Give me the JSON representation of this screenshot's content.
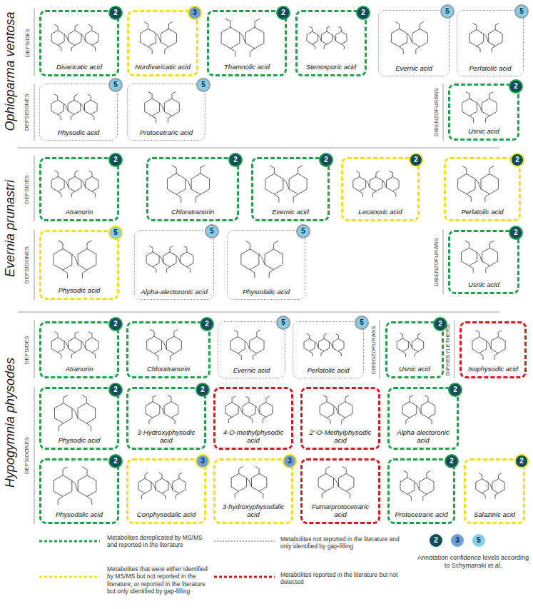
{
  "diagram": {
    "nodes": [
      {
        "text": [
          "Divaricatic acid"
        ]
      },
      {
        "text": [
          "2"
        ],
        "in": 0
      },
      {
        "text": [
          "Nordivaricatic acid"
        ]
      },
      {
        "text": [
          "3"
        ],
        "in": 2
      },
      {
        "text": [
          "Thamnolic acid"
        ]
      },
      {
        "text": [
          "2"
        ],
        "in": 4
      },
      {
        "text": [
          "Stenosporic acid"
        ]
      },
      {
        "text": [
          "2"
        ],
        "in": 6
      },
      {
        "text": [
          "Evernic acid"
        ]
      },
      {
        "text": [
          "5"
        ],
        "in": 8
      },
      {
        "text": [
          "Perlatolic acid"
        ]
      },
      {
        "text": [
          "5"
        ],
        "in": 10
      },
      {
        "text": [
          "Physodic acid"
        ]
      },
      {
        "text": [
          "5"
        ],
        "in": 12
      },
      {
        "text": [
          "Protocetraric acid"
        ]
      },
      {
        "text": [
          "5"
        ],
        "in": 14
      },
      {
        "text": [
          "Usnic acid"
        ]
      },
      {
        "text": [
          "2"
        ],
        "in": 16
      },
      {
        "text": [
          "Atranorin"
        ]
      },
      {
        "text": [
          "2"
        ],
        "in": 18
      },
      {
        "text": [
          "Chloratranorin"
        ]
      },
      {
        "text": [
          "2"
        ],
        "in": 20
      },
      {
        "text": [
          "Evernic acid"
        ]
      },
      {
        "text": [
          "2"
        ],
        "in": 22
      },
      {
        "text": [
          "Lecanoric acid"
        ]
      },
      {
        "text": [
          "2"
        ],
        "in": 24
      },
      {
        "text": [
          "Perlatolic acid"
        ]
      },
      {
        "text": [
          "2"
        ],
        "in": 26
      },
      {
        "text": [
          "Physodic acid"
        ]
      },
      {
        "text": [
          "5"
        ],
        "in": 28
      },
      {
        "text": [
          "Alpha-alectoronic acid"
        ]
      },
      {
        "text": [
          "5"
        ],
        "in": 30
      },
      {
        "text": [
          "Physodalic acid"
        ]
      },
      {
        "text": [
          "5"
        ],
        "in": 32
      },
      {
        "text": [
          "Usnic acid"
        ]
      },
      {
        "text": [
          "2"
        ],
        "in": 34
      },
      {
        "text": [
          "Atranorin"
        ]
      },
      {
        "text": [
          "2"
        ],
        "in": 36
      },
      {
        "text": [
          "Chloratranorin"
        ]
      },
      {
        "text": [
          "2"
        ],
        "in": 38
      },
      {
        "text": [
          "Evernic acid"
        ]
      },
      {
        "text": [
          "5"
        ],
        "in": 40
      },
      {
        "text": [
          "Perlatolic acid"
        ]
      },
      {
        "text": [
          "5"
        ],
        "in": 42
      },
      {
        "text": [
          "Usnic acid"
        ]
      },
      {
        "text": [
          "2"
        ],
        "in": 44
      },
      {
        "text": [
          "Isophysodic acid"
        ]
      },
      {
        "text": [
          "Physodic acid"
        ]
      },
      {
        "text": [
          "2"
        ],
        "in": 47
      },
      {
        "text": [
          "3-Hydroxyphysodic acid"
        ]
      },
      {
        "text": [
          "2"
        ],
        "in": 49
      },
      {
        "text": [
          "4-O-methylphysodic acid"
        ]
      },
      {
        "text": [
          "2'-O-Methylphysodic acid"
        ]
      },
      {
        "text": [
          "Alpha-alectoronic acid"
        ]
      },
      {
        "text": [
          "2"
        ],
        "in": 53
      },
      {
        "text": [
          "Physodalic acid"
        ]
      },
      {
        "text": [
          "2"
        ],
        "in": 55
      },
      {
        "text": [
          "Conphysodalic acid"
        ]
      },
      {
        "text": [
          "3"
        ],
        "in": 57
      },
      {
        "text": [
          "3-hydroxyphysodalic acid"
        ]
      },
      {
        "text": [
          "3"
        ],
        "in": 59
      },
      {
        "text": [
          "Fumarprotocetraric acid"
        ]
      },
      {
        "text": [
          "Protocetraric acid"
        ]
      },
      {
        "text": [
          "2"
        ],
        "in": 62
      },
      {
        "text": [
          "Salazinic acid"
        ]
      },
      {
        "text": [
          "2"
        ],
        "in": 64
      },
      {
        "text": [
          "2"
        ]
      },
      {
        "text": [
          "3"
        ]
      },
      {
        "text": [
          "5"
        ]
      }
    ],
    "labels": [
      "Ophioparma ventosa",
      "DEPSIDES",
      "DEPSIDONES",
      "DIBENZOFURANS",
      "Evernia prunastri",
      "DEPSIDES",
      "DEPSIDONES",
      "DIBENZOFURANS",
      "Hypogymnia physodes",
      "DEPSIDES",
      "DIBENZOFURANS",
      "DIPHENYLETHERS",
      "DEPSIDONES",
      "Annotation confidence levels according to Schymanski et al."
    ],
    "legend": [
      {
        "text": "Metabolites dereplicated by MS/MS and reported in the literature"
      },
      {
        "text": "Metabolites that were either identified by MS/MS but not reported in the literature, or reported in the literature but only identified by gap-filling"
      },
      {
        "text": "Metabolites not reported in the literature and only identified by gap-filling"
      },
      {
        "text": "Metabolites reported in the literature but not detected"
      }
    ]
  }
}
